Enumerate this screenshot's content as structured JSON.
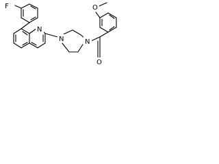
{
  "structure": {
    "atoms": {
      "fluorine": "F",
      "quinoline_nitrogen": "N",
      "piperazine_nitrogen_left": "N",
      "piperazine_nitrogen_right": "N",
      "methoxy_oxygen": "O",
      "carbonyl_oxygen": "O"
    }
  }
}
